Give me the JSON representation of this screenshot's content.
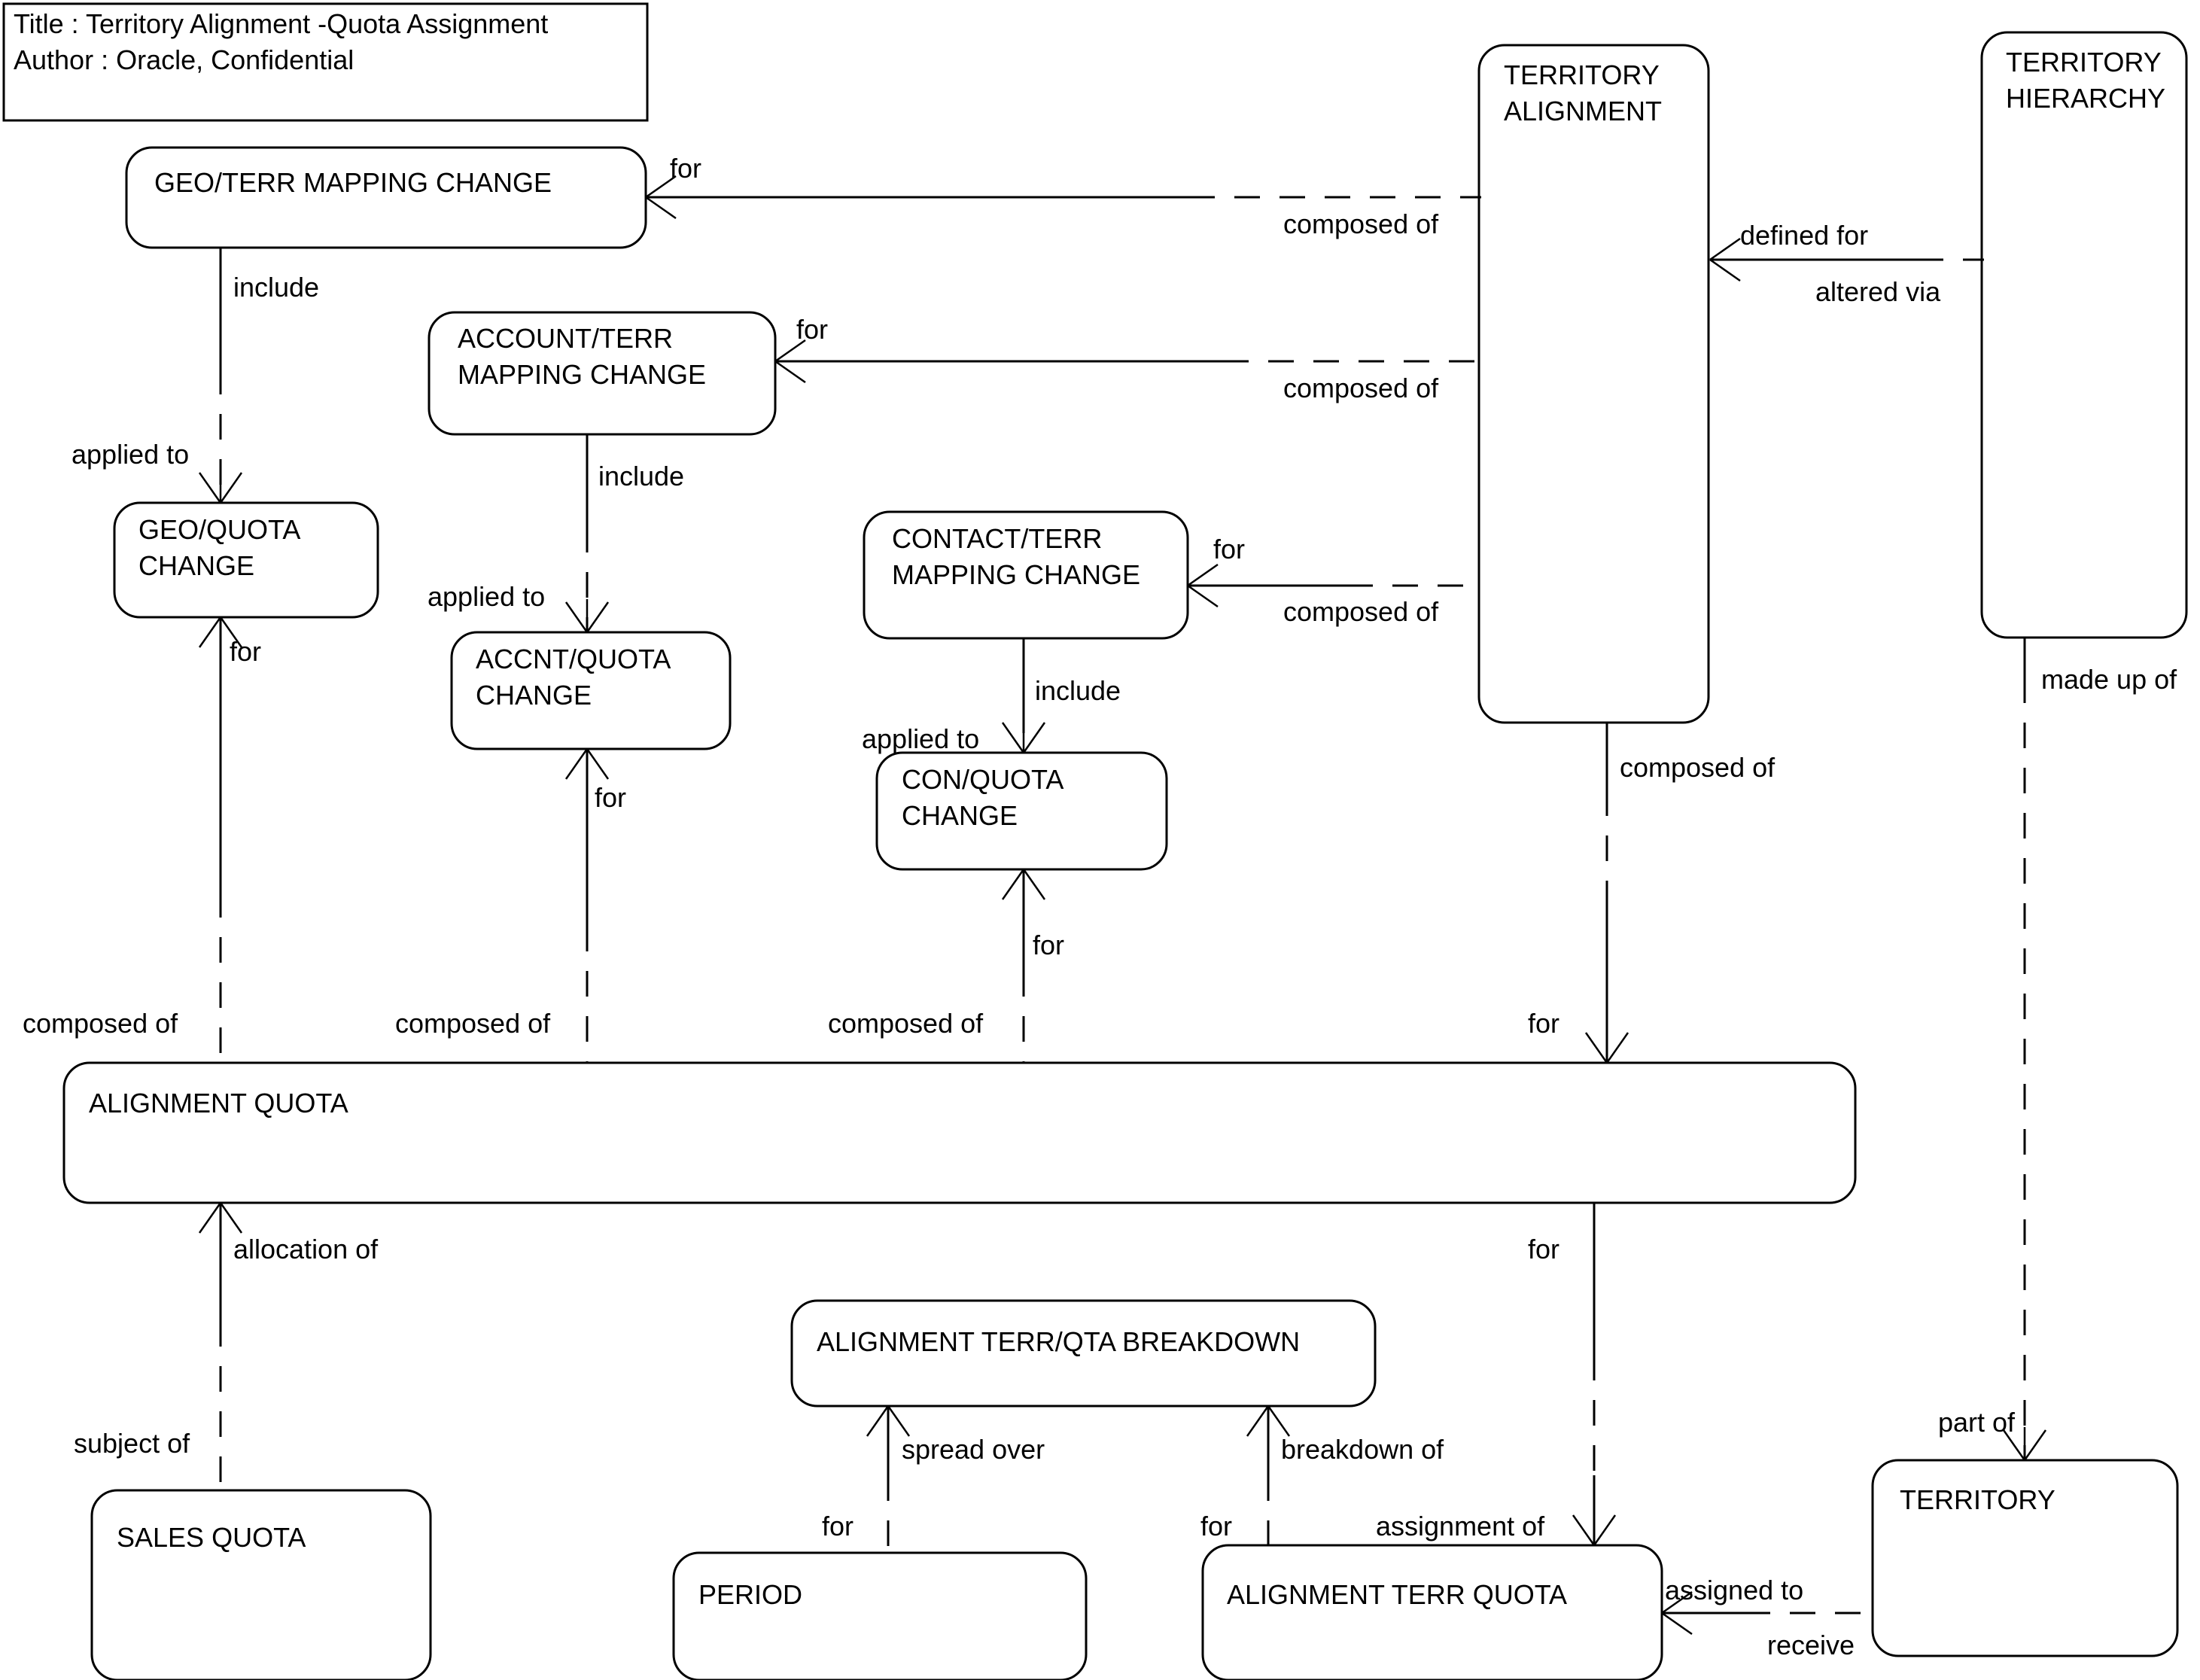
{
  "diagram": {
    "title_block": {
      "title_line": "Title : Territory Alignment -Quota Assignment",
      "author_line": "Author : Oracle, Confidential"
    },
    "entities": [
      {
        "id": "geo_terr_mapping_change",
        "label_line1": "GEO/TERR MAPPING CHANGE",
        "label_line2": ""
      },
      {
        "id": "account_terr_mapping_change",
        "label_line1": "ACCOUNT/TERR",
        "label_line2": "MAPPING CHANGE"
      },
      {
        "id": "contact_terr_mapping_change",
        "label_line1": "CONTACT/TERR",
        "label_line2": "MAPPING CHANGE"
      },
      {
        "id": "geo_quota_change",
        "label_line1": "GEO/QUOTA",
        "label_line2": "CHANGE"
      },
      {
        "id": "accnt_quota_change",
        "label_line1": "ACCNT/QUOTA",
        "label_line2": "CHANGE"
      },
      {
        "id": "con_quota_change",
        "label_line1": "CON/QUOTA",
        "label_line2": "CHANGE"
      },
      {
        "id": "territory_alignment",
        "label_line1": "TERRITORY",
        "label_line2": "ALIGNMENT"
      },
      {
        "id": "territory_hierarchy",
        "label_line1": "TERRITORY",
        "label_line2": "HIERARCHY"
      },
      {
        "id": "alignment_quota",
        "label_line1": "ALIGNMENT QUOTA",
        "label_line2": ""
      },
      {
        "id": "sales_quota",
        "label_line1": "SALES QUOTA",
        "label_line2": ""
      },
      {
        "id": "alignment_terr_qta_breakdown",
        "label_line1": "ALIGNMENT TERR/QTA BREAKDOWN",
        "label_line2": ""
      },
      {
        "id": "period",
        "label_line1": "PERIOD",
        "label_line2": ""
      },
      {
        "id": "alignment_terr_quota",
        "label_line1": "ALIGNMENT TERR QUOTA",
        "label_line2": ""
      },
      {
        "id": "territory",
        "label_line1": "TERRITORY",
        "label_line2": ""
      }
    ],
    "relationship_labels": [
      {
        "id": "r01",
        "text": "for"
      },
      {
        "id": "r02",
        "text": "composed of"
      },
      {
        "id": "r03",
        "text": "include"
      },
      {
        "id": "r04",
        "text": "applied to"
      },
      {
        "id": "r05",
        "text": "for"
      },
      {
        "id": "r06",
        "text": "composed of"
      },
      {
        "id": "r07",
        "text": "for"
      },
      {
        "id": "r08",
        "text": "composed of"
      },
      {
        "id": "r09",
        "text": "include"
      },
      {
        "id": "r10",
        "text": "applied to"
      },
      {
        "id": "r11",
        "text": "for"
      },
      {
        "id": "r12",
        "text": "composed of"
      },
      {
        "id": "r13",
        "text": "for"
      },
      {
        "id": "r14",
        "text": "composed of"
      },
      {
        "id": "r15",
        "text": "include"
      },
      {
        "id": "r16",
        "text": "applied to"
      },
      {
        "id": "r17",
        "text": "for"
      },
      {
        "id": "r18",
        "text": "composed of"
      },
      {
        "id": "r19",
        "text": "defined for"
      },
      {
        "id": "r20",
        "text": "altered via"
      },
      {
        "id": "r21",
        "text": "composed of"
      },
      {
        "id": "r22",
        "text": "for"
      },
      {
        "id": "r23",
        "text": "made up of"
      },
      {
        "id": "r24",
        "text": "allocation of"
      },
      {
        "id": "r25",
        "text": "subject of"
      },
      {
        "id": "r26",
        "text": "for"
      },
      {
        "id": "r27",
        "text": "spread over"
      },
      {
        "id": "r28",
        "text": "for"
      },
      {
        "id": "r29",
        "text": "breakdown of"
      },
      {
        "id": "r30",
        "text": "for"
      },
      {
        "id": "r31",
        "text": "assignment of"
      },
      {
        "id": "r32",
        "text": "assigned to"
      },
      {
        "id": "r33",
        "text": "receive"
      },
      {
        "id": "r34",
        "text": "part of"
      }
    ]
  }
}
